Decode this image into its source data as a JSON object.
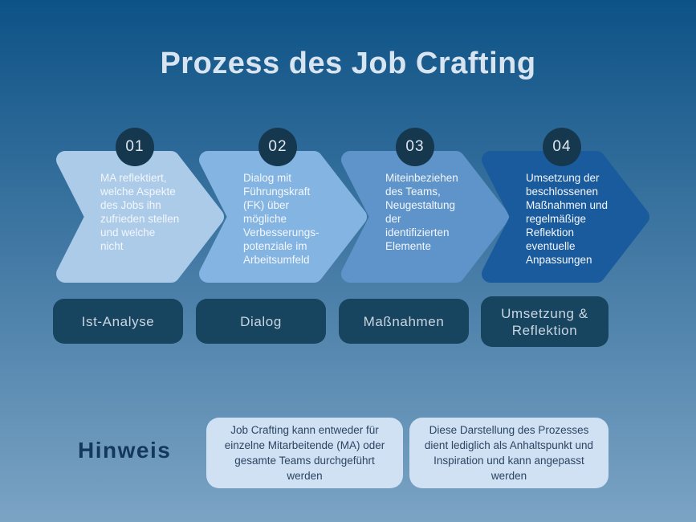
{
  "title": "Prozess des Job Crafting",
  "steps": [
    {
      "number": "01",
      "description": "MA reflektiert,\nwelche Aspekte\ndes Jobs ihn\nzufrieden stellen\nund welche\nnicht",
      "label": "Ist-Analyse",
      "arrow_color": "#abcbe9"
    },
    {
      "number": "02",
      "description": "Dialog mit\nFührungskraft\n(FK) über\nmögliche\nVerbesserungs-\npotenziale im\nArbeitsumfeld",
      "label": "Dialog",
      "arrow_color": "#84b5e2"
    },
    {
      "number": "03",
      "description": "Miteinbeziehen\ndes Teams,\nNeugestaltung\nder\nidentifizierten\nElemente",
      "label": "Maßnahmen",
      "arrow_color": "#5e94ca"
    },
    {
      "number": "04",
      "description": "Umsetzung der\nbeschlossenen\nMaßnahmen und\nregelmäßige\nReflektion\neventuelle\nAnpassungen",
      "label": "Umsetzung &\nReflektion",
      "arrow_color": "#1a5b9d"
    }
  ],
  "note": {
    "heading": "Hinweis",
    "items": [
      "Job Crafting kann entweder für\neinzelne Mitarbeitende (MA) oder\ngesamte Teams durchgeführt\nwerden",
      "Diese Darstellung des Prozesses\ndient lediglich als Anhaltspunkt und\nInspiration und kann angepasst\nwerden"
    ]
  },
  "colors": {
    "background_top": "#0d5286",
    "background_bottom": "#7ba3c4",
    "title": "#d8e4f0",
    "circle_fill": "#16384f",
    "circle_text": "#dfe8f0",
    "step_text": "#f3f7fb",
    "label_box_bg": "#174560",
    "label_box_text": "#c9d5e1",
    "note_heading": "#14375c",
    "note_box_bg": "#cfe1f3",
    "note_box_text": "#2d4463"
  }
}
